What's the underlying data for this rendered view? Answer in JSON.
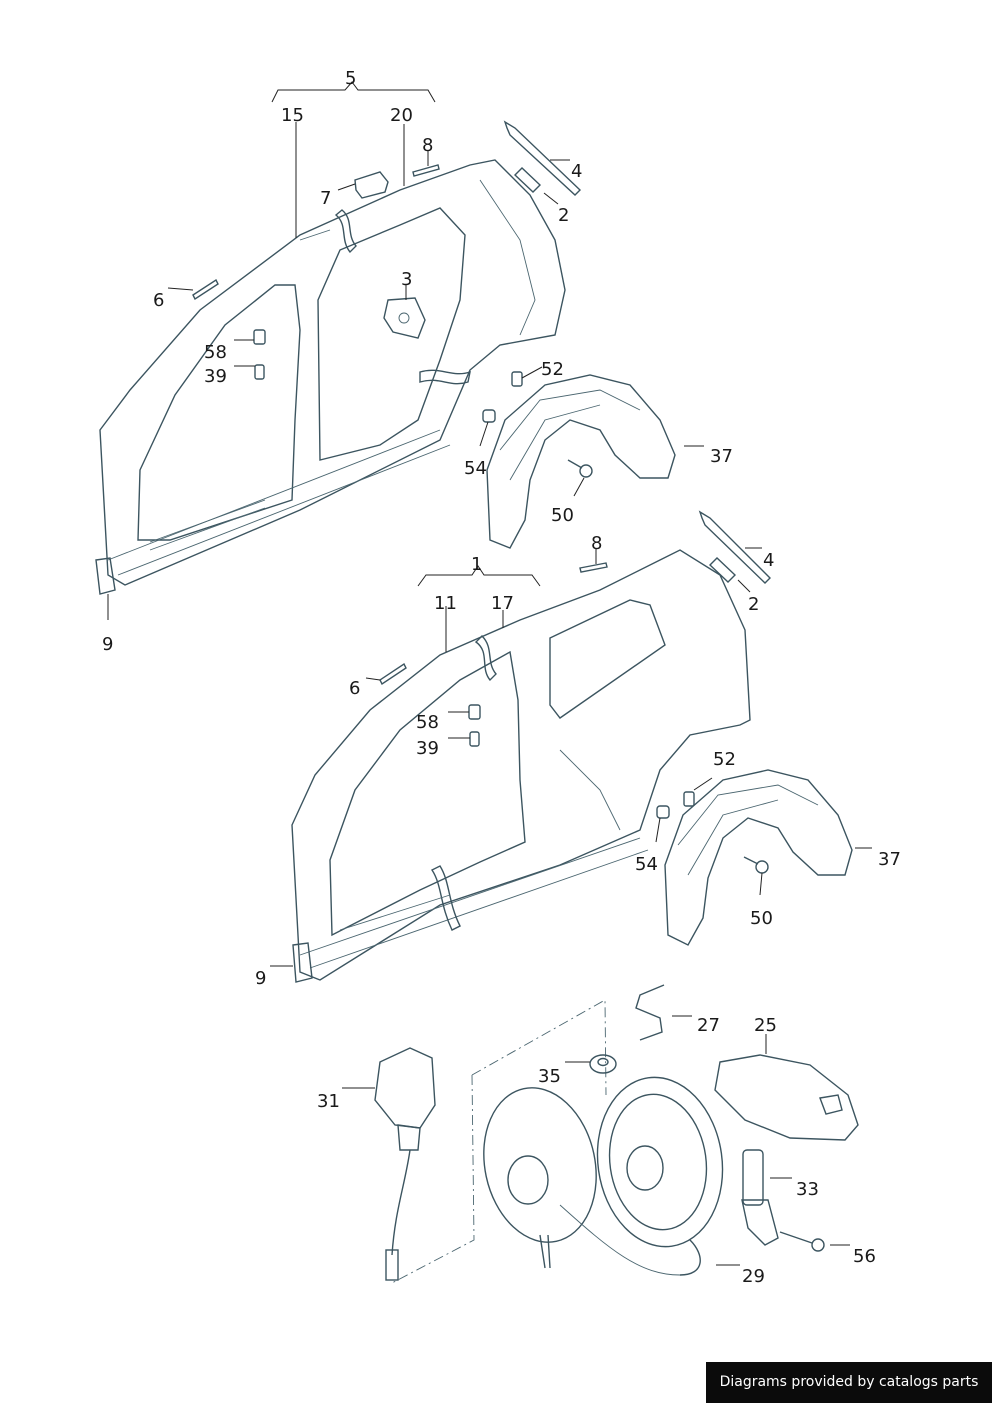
{
  "labels": {
    "l5": "5",
    "l15": "15",
    "l20": "20",
    "l8a": "8",
    "l7": "7",
    "l4a": "4",
    "l2a": "2",
    "l3": "3",
    "l6a": "6",
    "l58a": "58",
    "l39a": "39",
    "l52a": "52",
    "l54a": "54",
    "l37a": "37",
    "l50a": "50",
    "l9a": "9",
    "l8b": "8",
    "l4b": "4",
    "l1": "1",
    "l11": "11",
    "l17": "17",
    "l2b": "2",
    "l6b": "6",
    "l58b": "58",
    "l39b": "39",
    "l52b": "52",
    "l54b": "54",
    "l37b": "37",
    "l50b": "50",
    "l9b": "9",
    "l27": "27",
    "l25": "25",
    "l35": "35",
    "l31": "31",
    "l33": "33",
    "l56": "56",
    "l29": "29"
  },
  "credit": "Diagrams provided by catalogs parts",
  "colors": {
    "panel_light": "#e8f0f3",
    "panel_mid": "#b9cfd6",
    "panel_dark": "#6f8f99",
    "edge": "#3c5560",
    "credit_bg": "#0b0b0b"
  }
}
